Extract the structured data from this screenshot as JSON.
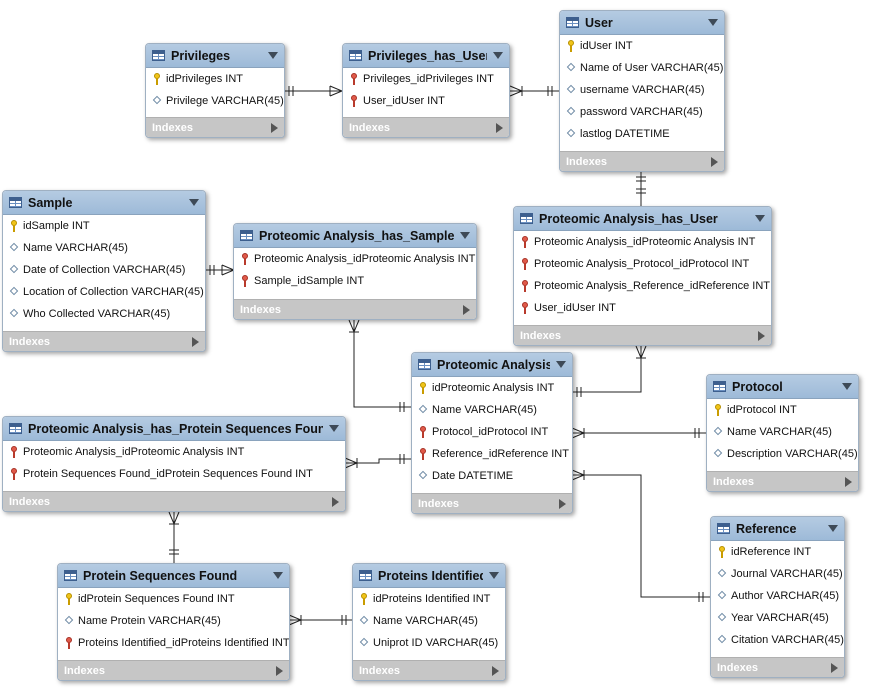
{
  "tables": {
    "privileges": {
      "name": "Privileges",
      "fields": [
        {
          "text": "idPrivileges INT",
          "kind": "pk"
        },
        {
          "text": "Privilege VARCHAR(45)",
          "kind": "col"
        }
      ]
    },
    "privileges_has_user": {
      "name": "Privileges_has_User",
      "fields": [
        {
          "text": "Privileges_idPrivileges INT",
          "kind": "fk"
        },
        {
          "text": "User_idUser INT",
          "kind": "fk"
        }
      ]
    },
    "user": {
      "name": "User",
      "fields": [
        {
          "text": "idUser INT",
          "kind": "pk"
        },
        {
          "text": "Name of User VARCHAR(45)",
          "kind": "col"
        },
        {
          "text": "username VARCHAR(45)",
          "kind": "col"
        },
        {
          "text": "password VARCHAR(45)",
          "kind": "col"
        },
        {
          "text": "lastlog DATETIME",
          "kind": "col"
        }
      ]
    },
    "sample": {
      "name": "Sample",
      "fields": [
        {
          "text": "idSample INT",
          "kind": "pk"
        },
        {
          "text": "Name VARCHAR(45)",
          "kind": "col"
        },
        {
          "text": "Date of Collection VARCHAR(45)",
          "kind": "col"
        },
        {
          "text": "Location of Collection VARCHAR(45)",
          "kind": "col"
        },
        {
          "text": "Who Collected VARCHAR(45)",
          "kind": "col"
        }
      ]
    },
    "pa_has_sample": {
      "name": "Proteomic Analysis_has_Sample",
      "fields": [
        {
          "text": "Proteomic Analysis_idProteomic Analysis INT",
          "kind": "fk"
        },
        {
          "text": "Sample_idSample INT",
          "kind": "fk"
        }
      ]
    },
    "pa_has_user": {
      "name": "Proteomic Analysis_has_User",
      "fields": [
        {
          "text": "Proteomic Analysis_idProteomic Analysis INT",
          "kind": "fk"
        },
        {
          "text": "Proteomic Analysis_Protocol_idProtocol INT",
          "kind": "fk"
        },
        {
          "text": "Proteomic Analysis_Reference_idReference INT",
          "kind": "fk"
        },
        {
          "text": "User_idUser INT",
          "kind": "fk"
        }
      ]
    },
    "proteomic_analysis": {
      "name": "Proteomic Analysis",
      "fields": [
        {
          "text": "idProteomic Analysis INT",
          "kind": "pk"
        },
        {
          "text": "Name VARCHAR(45)",
          "kind": "col"
        },
        {
          "text": "Protocol_idProtocol INT",
          "kind": "fk"
        },
        {
          "text": "Reference_idReference INT",
          "kind": "fk"
        },
        {
          "text": "Date DATETIME",
          "kind": "col"
        }
      ]
    },
    "protocol": {
      "name": "Protocol",
      "fields": [
        {
          "text": "idProtocol INT",
          "kind": "pk"
        },
        {
          "text": "Name VARCHAR(45)",
          "kind": "col"
        },
        {
          "text": "Description VARCHAR(45)",
          "kind": "col"
        }
      ]
    },
    "pa_has_psf": {
      "name": "Proteomic Analysis_has_Protein Sequences Found",
      "fields": [
        {
          "text": "Proteomic Analysis_idProteomic Analysis INT",
          "kind": "fk"
        },
        {
          "text": "Protein Sequences Found_idProtein Sequences Found INT",
          "kind": "fk"
        }
      ]
    },
    "reference": {
      "name": "Reference",
      "fields": [
        {
          "text": "idReference INT",
          "kind": "pk"
        },
        {
          "text": "Journal VARCHAR(45)",
          "kind": "col"
        },
        {
          "text": "Author VARCHAR(45)",
          "kind": "col"
        },
        {
          "text": "Year VARCHAR(45)",
          "kind": "col"
        },
        {
          "text": "Citation VARCHAR(45)",
          "kind": "col"
        }
      ]
    },
    "psf": {
      "name": "Protein Sequences Found",
      "fields": [
        {
          "text": "idProtein Sequences Found INT",
          "kind": "pk"
        },
        {
          "text": "Name Protein VARCHAR(45)",
          "kind": "col"
        },
        {
          "text": "Proteins Identified_idProteins Identified INT",
          "kind": "fk"
        }
      ]
    },
    "proteins_identified": {
      "name": "Proteins Identified",
      "fields": [
        {
          "text": "idProteins Identified INT",
          "kind": "pk"
        },
        {
          "text": "Name VARCHAR(45)",
          "kind": "col"
        },
        {
          "text": "Uniprot ID VARCHAR(45)",
          "kind": "col"
        }
      ]
    }
  },
  "indexes_label": "Indexes"
}
